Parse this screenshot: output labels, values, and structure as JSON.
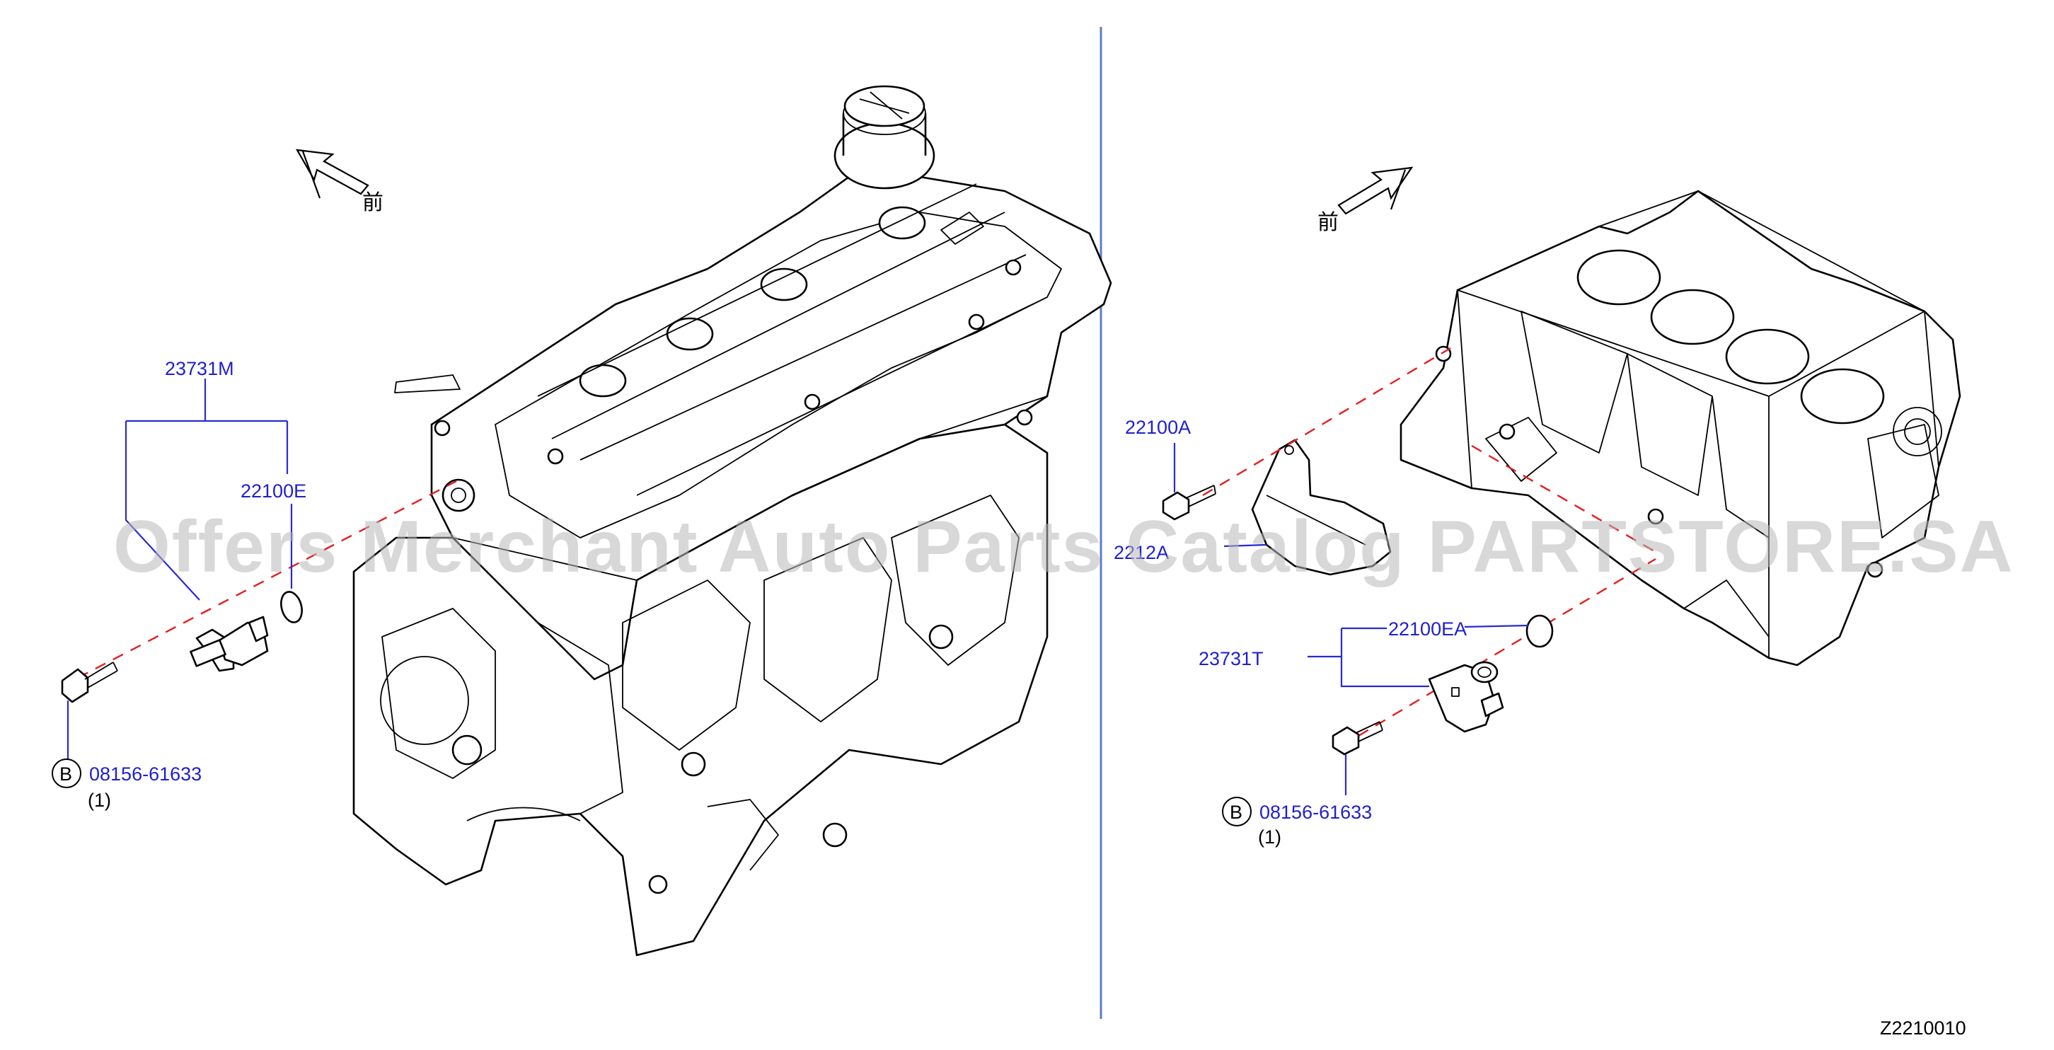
{
  "left_view": {
    "front_marker": "前",
    "sensor_part": "23731M",
    "oring_part": "22100E",
    "bolt_marker": "B",
    "bolt_part": "08156-61633",
    "bolt_qty": "(1)"
  },
  "right_view": {
    "front_marker": "前",
    "bolt_part_a": "22100A",
    "cover_label": "2212A",
    "oring_part": "22100EA",
    "sensor_part": "23731T",
    "bolt_marker": "B",
    "bolt_part": "08156-61633",
    "bolt_qty": "(1)"
  },
  "diagram_code": "Z2210010",
  "watermark": "Offers Merchant Auto Parts Catalog PARTSTORE.SA",
  "colors": {
    "part_number": "#1f1fd0",
    "divider": "#5b7fbf",
    "guide_line": "#e02020",
    "watermark": "#b8b8b8"
  }
}
